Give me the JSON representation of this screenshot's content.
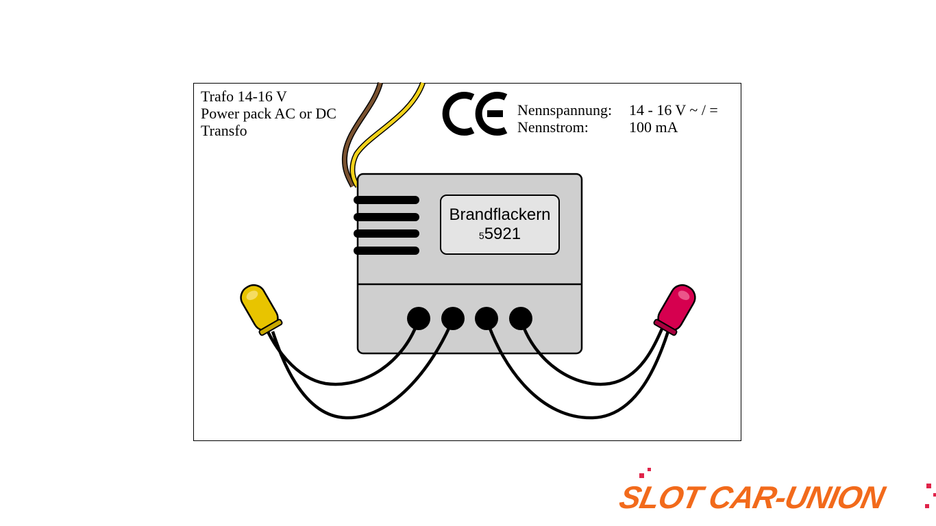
{
  "power_supply": {
    "lines": [
      "Trafo 14-16 V",
      "Power pack AC or DC",
      "Transfo"
    ]
  },
  "ce_mark": "CE",
  "specs": {
    "voltage_label": "Nennspannung:",
    "voltage_value": "14 - 16 V ~ / =",
    "current_label": "Nennstrom:",
    "current_value": "100 mA"
  },
  "module": {
    "name": "Brandflackern",
    "number_prefix": "5",
    "number": "5921"
  },
  "logo": "SLOT CAR-UNION",
  "colors": {
    "module_body": "#cfcfcf",
    "led_left": "#e8c400",
    "led_right": "#d6004f",
    "wire_brown": "#7a5230",
    "wire_yellow": "#f2d21a",
    "logo_orange": "#f26a1b"
  }
}
